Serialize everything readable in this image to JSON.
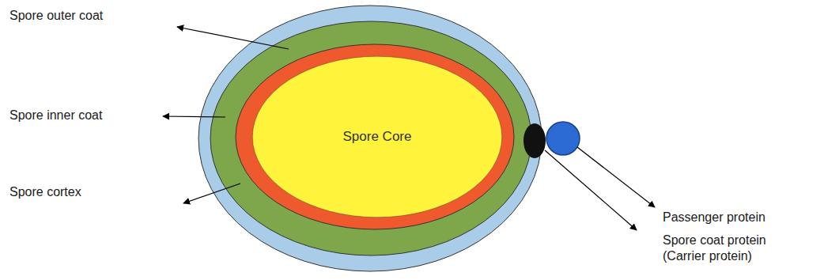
{
  "diagram": {
    "nodes": [
      {
        "text": [
          "Spore Core"
        ]
      }
    ],
    "labels": [
      "Spore outer coat",
      "Spore inner coat",
      "Spore cortex",
      "Passenger protein",
      "Spore coat protein (Carrier protein)"
    ]
  }
}
